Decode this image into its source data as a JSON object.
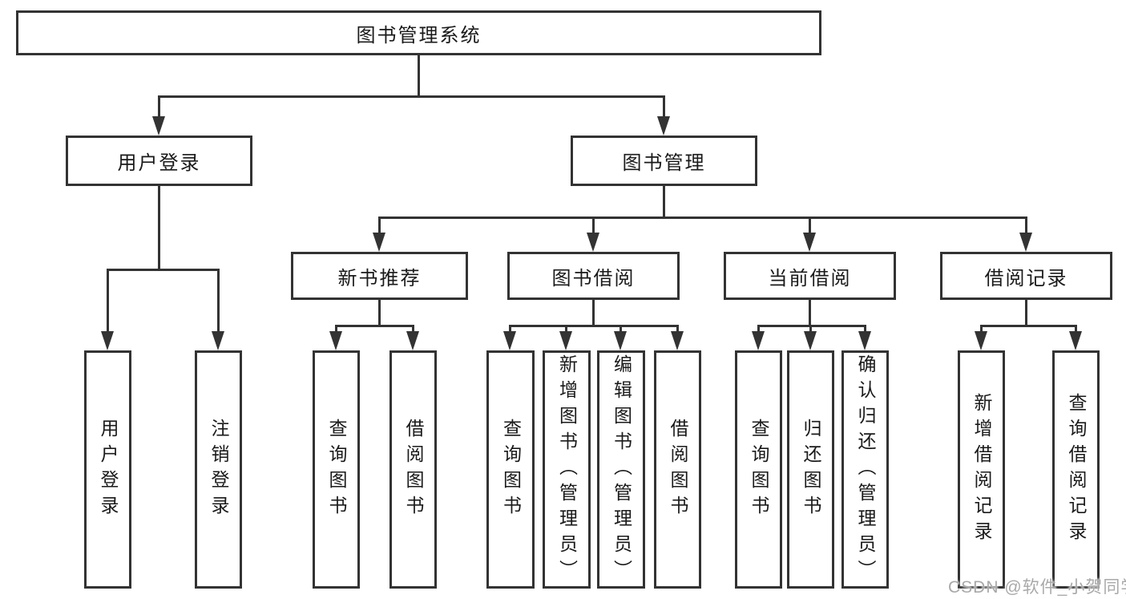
{
  "tree": {
    "root": {
      "label": "图书管理系统"
    },
    "branches": [
      {
        "label": "用户登录",
        "children": [
          {
            "label": "用户登录"
          },
          {
            "label": "注销登录"
          }
        ]
      },
      {
        "label": "图书管理",
        "children": [
          {
            "label": "新书推荐",
            "children": [
              {
                "label": "查询图书"
              },
              {
                "label": "借阅图书"
              }
            ]
          },
          {
            "label": "图书借阅",
            "children": [
              {
                "label": "查询图书"
              },
              {
                "label": "新增图书（管理员）"
              },
              {
                "label": "编辑图书（管理员）"
              },
              {
                "label": "借阅图书"
              }
            ]
          },
          {
            "label": "当前借阅",
            "children": [
              {
                "label": "查询图书"
              },
              {
                "label": "归还图书"
              },
              {
                "label": "确认归还（管理员）"
              }
            ]
          },
          {
            "label": "借阅记录",
            "children": [
              {
                "label": "新增借阅记录"
              },
              {
                "label": "查询借阅记录"
              }
            ]
          }
        ]
      }
    ]
  },
  "watermark": {
    "text": "CSDN @软件_小贺同学"
  },
  "colors": {
    "line": "#333333",
    "text": "#1a1a1a",
    "watermark": "#a9a9a9",
    "background": "#ffffff"
  }
}
